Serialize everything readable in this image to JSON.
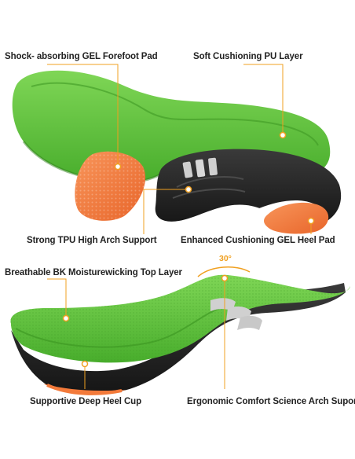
{
  "labels": {
    "forefoot_pad": "Shock- absorbing GEL Forefoot Pad",
    "pu_layer": "Soft Cushioning PU Layer",
    "arch_support": "Strong TPU High Arch Support",
    "heel_pad": "Enhanced Cushioning GEL Heel Pad",
    "top_layer": "Breathable BK Moisturewicking Top Layer",
    "heel_cup": "Supportive Deep Heel Cup",
    "ergonomic_arch": "Ergonomic Comfort Science Arch Suport",
    "angle": "30°"
  },
  "colors": {
    "accent": "#f0a020",
    "insole_green": "#5cc23a",
    "insole_green_dark": "#3f9a24",
    "gel_orange": "#f37a3a",
    "shell_black": "#222222",
    "text": "#222222"
  },
  "icons": {
    "callout_dot": "orange-ring-dot"
  }
}
